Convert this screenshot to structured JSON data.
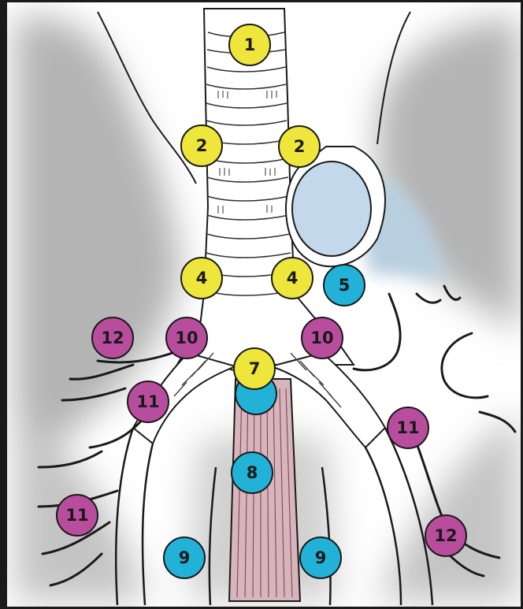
{
  "stations": [
    {
      "id": "station-1-upper-paratracheal",
      "label": "1",
      "group": "upper"
    },
    {
      "id": "station-2-right",
      "label": "2",
      "group": "upper"
    },
    {
      "id": "station-2-left",
      "label": "2",
      "group": "upper"
    },
    {
      "id": "station-4-right",
      "label": "4",
      "group": "upper"
    },
    {
      "id": "station-4-left",
      "label": "4",
      "group": "upper"
    },
    {
      "id": "station-5",
      "label": "5",
      "group": "aortic"
    },
    {
      "id": "station-7",
      "label": "7",
      "group": "upper"
    },
    {
      "id": "station-8",
      "label": "8",
      "group": "aortic"
    },
    {
      "id": "station-9-right",
      "label": "9",
      "group": "aortic"
    },
    {
      "id": "station-9-left",
      "label": "9",
      "group": "aortic"
    },
    {
      "id": "station-10-right",
      "label": "10",
      "group": "hilar"
    },
    {
      "id": "station-10-left",
      "label": "10",
      "group": "hilar"
    },
    {
      "id": "station-11-right-upper",
      "label": "11",
      "group": "hilar"
    },
    {
      "id": "station-11-right-lower",
      "label": "11",
      "group": "hilar"
    },
    {
      "id": "station-11-left",
      "label": "11",
      "group": "hilar"
    },
    {
      "id": "station-12-right",
      "label": "12",
      "group": "hilar"
    },
    {
      "id": "station-12-left",
      "label": "12",
      "group": "hilar"
    }
  ],
  "colors": {
    "upper": "#eee63a",
    "aortic": "#22b2d8",
    "hilar": "#b84d9e",
    "outline": "#1a1a1a",
    "lung_shadow": "#b8b8b8",
    "aorta_fill": "#c3d8ea",
    "esophagus_fill": "#d8b4bc"
  }
}
